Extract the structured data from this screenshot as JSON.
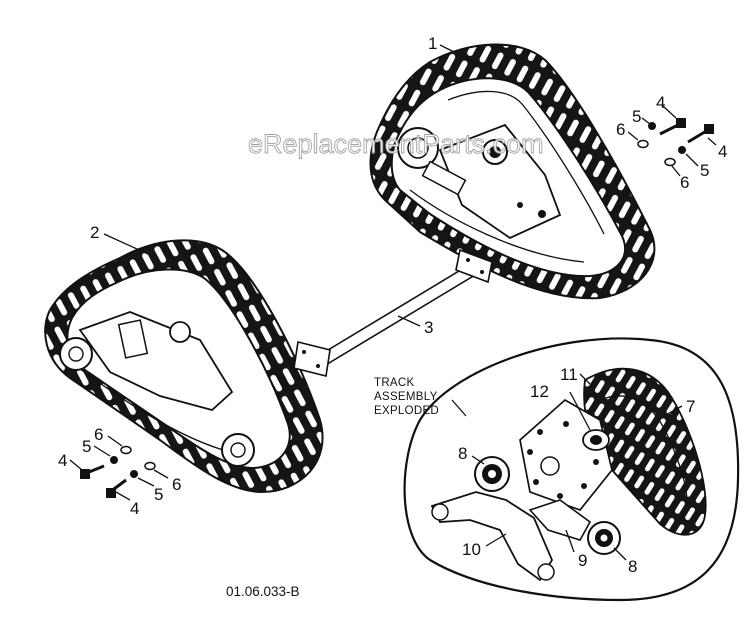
{
  "watermark": "eReplacementParts.com",
  "drawing_code": "01.06.033-B",
  "callout": {
    "line1": "TRACK",
    "line2": "ASSEMBLY",
    "line3": "EXPLODED"
  },
  "labels": {
    "p1": "1",
    "p2": "2",
    "p3": "3",
    "p4a": "4",
    "p4b": "4",
    "p4c": "4",
    "p4d": "4",
    "p5a": "5",
    "p5b": "5",
    "p5c": "5",
    "p5d": "5",
    "p6a": "6",
    "p6b": "6",
    "p6c": "6",
    "p6d": "6",
    "p7": "7",
    "p8a": "8",
    "p8b": "8",
    "p9": "9",
    "p10": "10",
    "p11": "11",
    "p12": "12"
  }
}
